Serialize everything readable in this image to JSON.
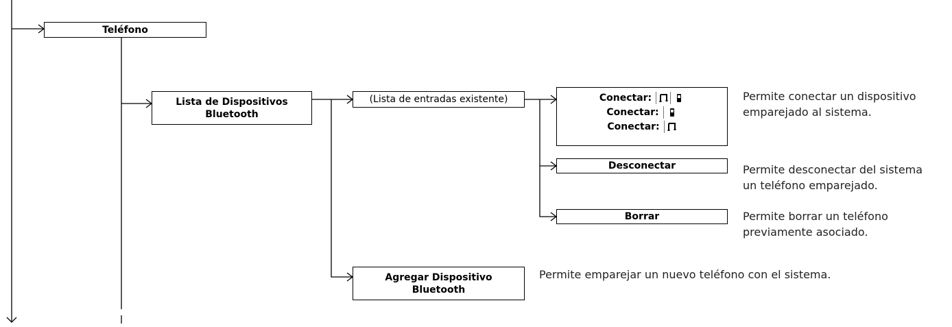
{
  "diagram": {
    "root": "Teléfono",
    "bluetooth_list": {
      "label_line1": "Lista de Dispositivos",
      "label_line2": "Bluetooth"
    },
    "existing_entries": "(Lista de entradas existente)",
    "connect_options": [
      {
        "label": "Conectar:",
        "icons": [
          "music-note-icon",
          "phone-icon"
        ]
      },
      {
        "label": "Conectar:",
        "icons": [
          "phone-icon"
        ]
      },
      {
        "label": "Conectar:",
        "icons": [
          "music-note-icon"
        ]
      }
    ],
    "disconnect": "Desconectar",
    "delete": "Borrar",
    "add_device": {
      "label_line1": "Agregar Dispositivo",
      "label_line2": "Bluetooth"
    },
    "descriptions": {
      "connect_line1": "Permite conectar un dispositivo",
      "connect_line2": "emparejado al sistema.",
      "disconnect_line1": "Permite desconectar del sistema",
      "disconnect_line2": "un teléfono emparejado.",
      "delete_line1": "Permite borrar un teléfono",
      "delete_line2": "previamente asociado.",
      "add": "Permite emparejar un nuevo teléfono con el sistema."
    }
  }
}
